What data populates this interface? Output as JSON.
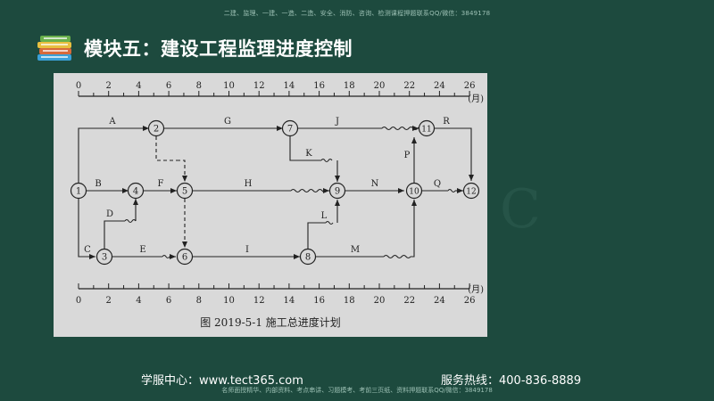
{
  "header": {
    "top_note": "二建、监理、一建、一造、二造、安全、消防、咨询、检测课程押题联系QQ/微信：3849178",
    "title": "模块五：建设工程监理进度控制",
    "icon": "books-icon"
  },
  "figure": {
    "caption": "图 2019-5-1    施工总进度计划",
    "axis_unit": "(月)",
    "ticks": [
      "0",
      "2",
      "4",
      "6",
      "8",
      "10",
      "12",
      "14",
      "16",
      "18",
      "20",
      "22",
      "24",
      "26"
    ],
    "nodes": [
      "1",
      "2",
      "3",
      "4",
      "5",
      "6",
      "7",
      "8",
      "9",
      "10",
      "11",
      "12"
    ],
    "activities": [
      "A",
      "B",
      "C",
      "D",
      "E",
      "F",
      "G",
      "H",
      "I",
      "J",
      "K",
      "L",
      "M",
      "N",
      "P",
      "Q",
      "R"
    ]
  },
  "footer": {
    "service_center": "学服中心：www.tect365.com",
    "hotline": "服务热线：400-836-8889",
    "bottom_note": "名师面授精华、内部资料、考点串讲、习题模考、考前三页纸、资料押题联系QQ/微信：3849178"
  }
}
